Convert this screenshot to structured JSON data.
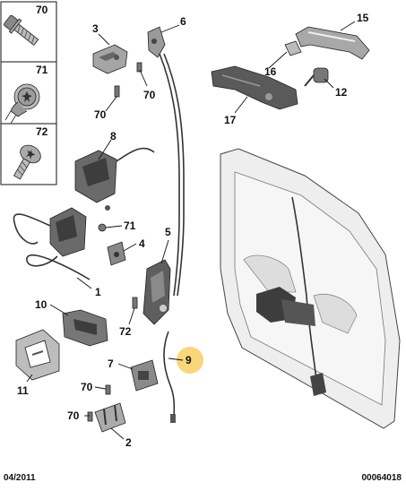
{
  "fastener_legend": [
    {
      "ref": "70"
    },
    {
      "ref": "71"
    },
    {
      "ref": "72"
    }
  ],
  "callouts": [
    {
      "ref": "3"
    },
    {
      "ref": "6"
    },
    {
      "ref": "15"
    },
    {
      "ref": "16"
    },
    {
      "ref": "70a"
    },
    {
      "ref": "12"
    },
    {
      "ref": "17"
    },
    {
      "ref": "70b"
    },
    {
      "ref": "8"
    },
    {
      "ref": "71"
    },
    {
      "ref": "5"
    },
    {
      "ref": "4"
    },
    {
      "ref": "1"
    },
    {
      "ref": "10"
    },
    {
      "ref": "72"
    },
    {
      "ref": "9"
    },
    {
      "ref": "7"
    },
    {
      "ref": "70c"
    },
    {
      "ref": "70d"
    },
    {
      "ref": "11"
    },
    {
      "ref": "2"
    }
  ],
  "labels": {
    "c3": "3",
    "c6": "6",
    "c15": "15",
    "c16": "16",
    "c70a": "70",
    "c12": "12",
    "c17": "17",
    "c70b": "70",
    "c8": "8",
    "c71": "71",
    "c5": "5",
    "c4": "4",
    "c1": "1",
    "c10": "10",
    "c72": "72",
    "c9": "9",
    "c7": "7",
    "c70c": "70",
    "c70d": "70",
    "c11": "11",
    "c2": "2",
    "legend70": "70",
    "legend71": "71",
    "legend72": "72"
  },
  "highlight": {
    "ref": "9",
    "color": "#f7d36a"
  },
  "footer": {
    "date": "04/2011",
    "reference": "00064018"
  },
  "colors": {
    "line": "#222222",
    "door_fill": "#eeeeee",
    "part_fill": "#9a9a9a",
    "dark_part": "#3d3d3d"
  }
}
